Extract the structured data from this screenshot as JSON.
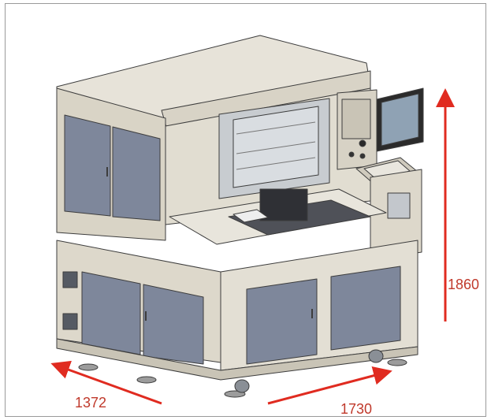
{
  "dimensions": {
    "height": "1860",
    "depth": "1372",
    "width": "1730"
  },
  "colors": {
    "frame": "#e3dfd4",
    "frame_dark": "#c9c4b6",
    "panel": "#7e879b",
    "panel_dark": "#5d6579",
    "glass": "#d9dde1",
    "screen": "#8fa2b4",
    "arrow": "#e02b20",
    "label": "#c0392b",
    "outline": "#3d3d3d"
  }
}
